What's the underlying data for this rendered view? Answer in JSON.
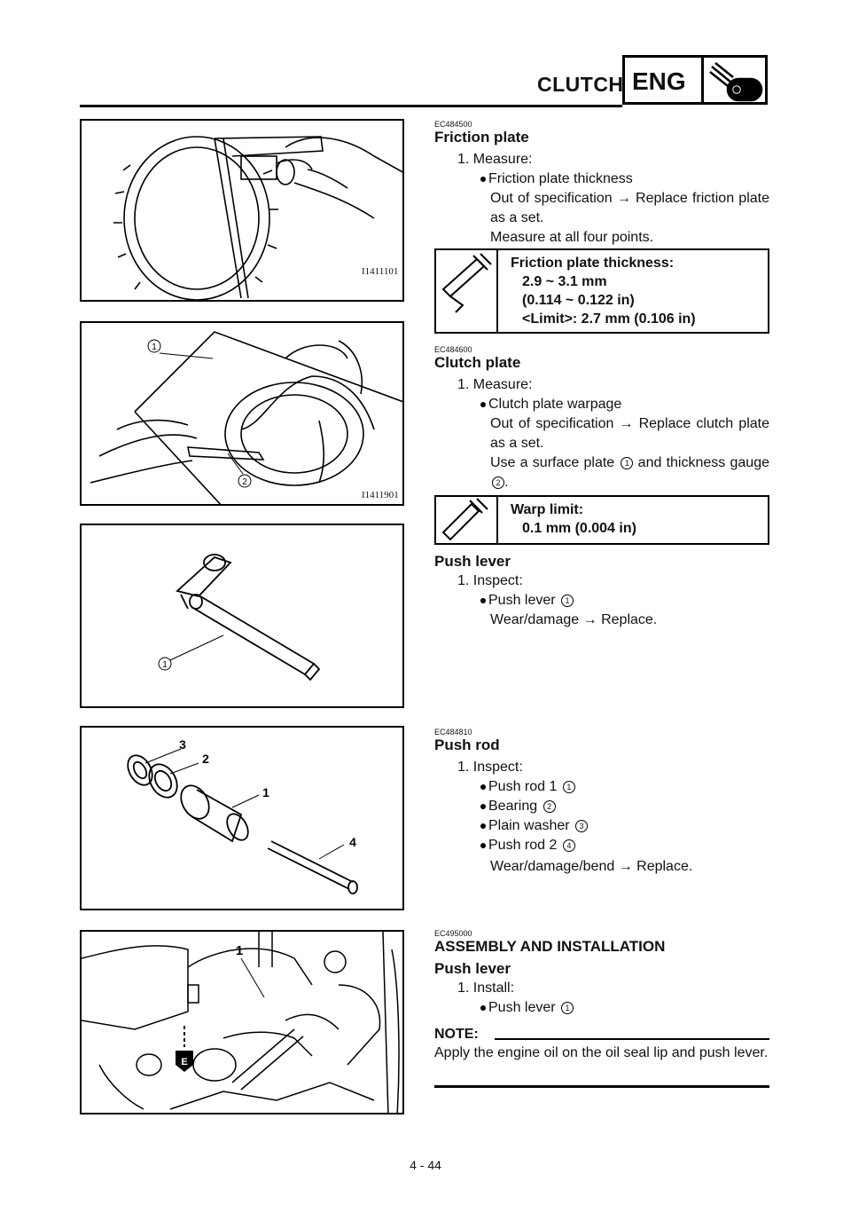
{
  "header": {
    "title": "CLUTCH",
    "badge": "ENG"
  },
  "figures": [
    {
      "code": "I1411101"
    },
    {
      "code": "I1411901",
      "callouts": [
        "1",
        "2"
      ]
    },
    {
      "callouts": [
        "1"
      ]
    },
    {
      "callouts": [
        "3",
        "2",
        "1",
        "4"
      ]
    },
    {
      "callouts": [
        "1"
      ],
      "oil_mark": "E"
    }
  ],
  "friction": {
    "code": "EC484500",
    "title": "Friction plate",
    "step": "1. Measure:",
    "bullet": "Friction plate thickness",
    "line1": "Out of specification → Replace friction plate as a set.",
    "line2": "Measure at all four points.",
    "spec": {
      "label": "Friction plate thickness:",
      "v1": "2.9 ~ 3.1 mm",
      "v2": "(0.114 ~ 0.122 in)",
      "v3": "<Limit>: 2.7 mm (0.106 in)"
    }
  },
  "clutch": {
    "code": "EC484600",
    "title": "Clutch plate",
    "step": "1. Measure:",
    "bullet": "Clutch plate warpage",
    "line1": "Out of specification → Replace clutch plate as a set.",
    "line2a": "Use a surface plate",
    "n1": "1",
    "line2b": "and thickness gauge",
    "n2": "2",
    "line2c": ".",
    "spec": {
      "label": "Warp limit:",
      "v1": "0.1 mm (0.004 in)"
    }
  },
  "pushlever": {
    "title": "Push lever",
    "step": "1. Inspect:",
    "bullet": "Push lever",
    "n1": "1",
    "line1": "Wear/damage → Replace."
  },
  "pushrod": {
    "code": "EC484810",
    "title": "Push rod",
    "step": "1. Inspect:",
    "b1": "Push rod 1",
    "n1": "1",
    "b2": "Bearing",
    "n2": "2",
    "b3": "Plain washer",
    "n3": "3",
    "b4": "Push rod 2",
    "n4": "4",
    "line1": "Wear/damage/bend → Replace."
  },
  "assembly": {
    "code": "EC495000",
    "title": "ASSEMBLY AND INSTALLATION",
    "sub": "Push lever",
    "step": "1. Install:",
    "bullet": "Push lever",
    "n1": "1",
    "note_label": "NOTE:",
    "note_text": "Apply the engine oil on the oil seal lip and push lever."
  },
  "page_number": "4 - 44"
}
